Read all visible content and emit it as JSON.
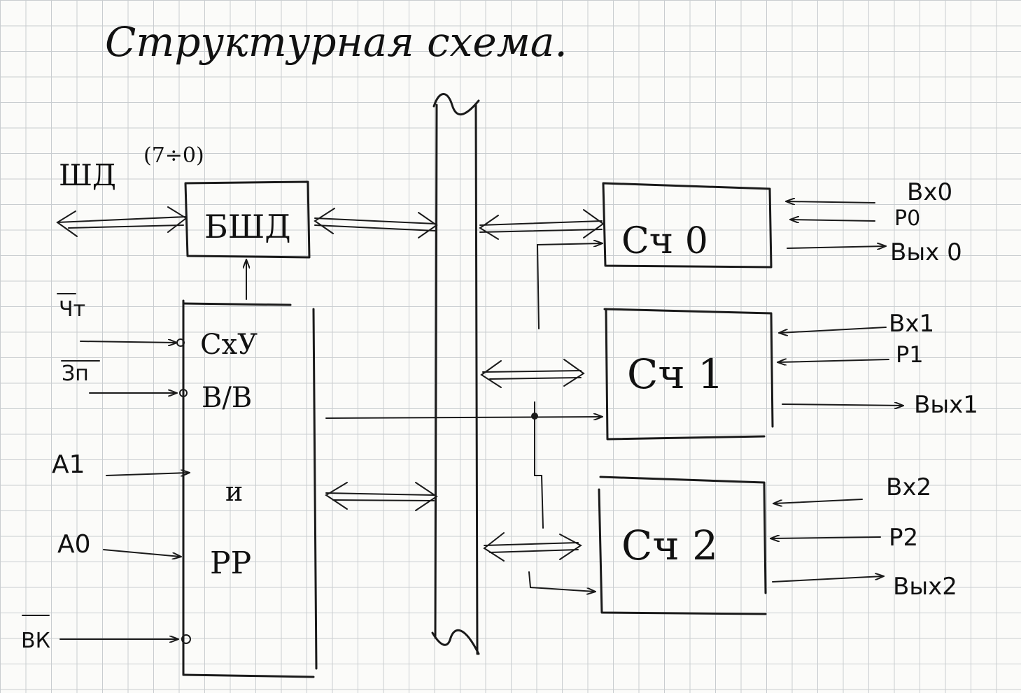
{
  "title": "Структурная схема.",
  "bus_label": "ШД",
  "bus_superscript": "(7÷0)",
  "blocks": {
    "data_buffer": "БШД",
    "control": {
      "line1": "СхУ",
      "line2": "В/В",
      "line3": "и",
      "line4": "РР"
    },
    "counter0": "Сч 0",
    "counter1": "Сч 1",
    "counter2": "Сч 2"
  },
  "left_signals": {
    "cs": "ВК",
    "rd": "Чт",
    "wr": "Зп",
    "a1": "A1",
    "a0": "A0"
  },
  "counter_signals": {
    "c0": {
      "in": "Вх0",
      "gate": "Р0",
      "out": "Вых 0"
    },
    "c1": {
      "in": "Вх1",
      "gate": "Р1",
      "out": "Вых1"
    },
    "c2": {
      "in": "Вх2",
      "gate": "Р2",
      "out": "Вых2"
    }
  }
}
